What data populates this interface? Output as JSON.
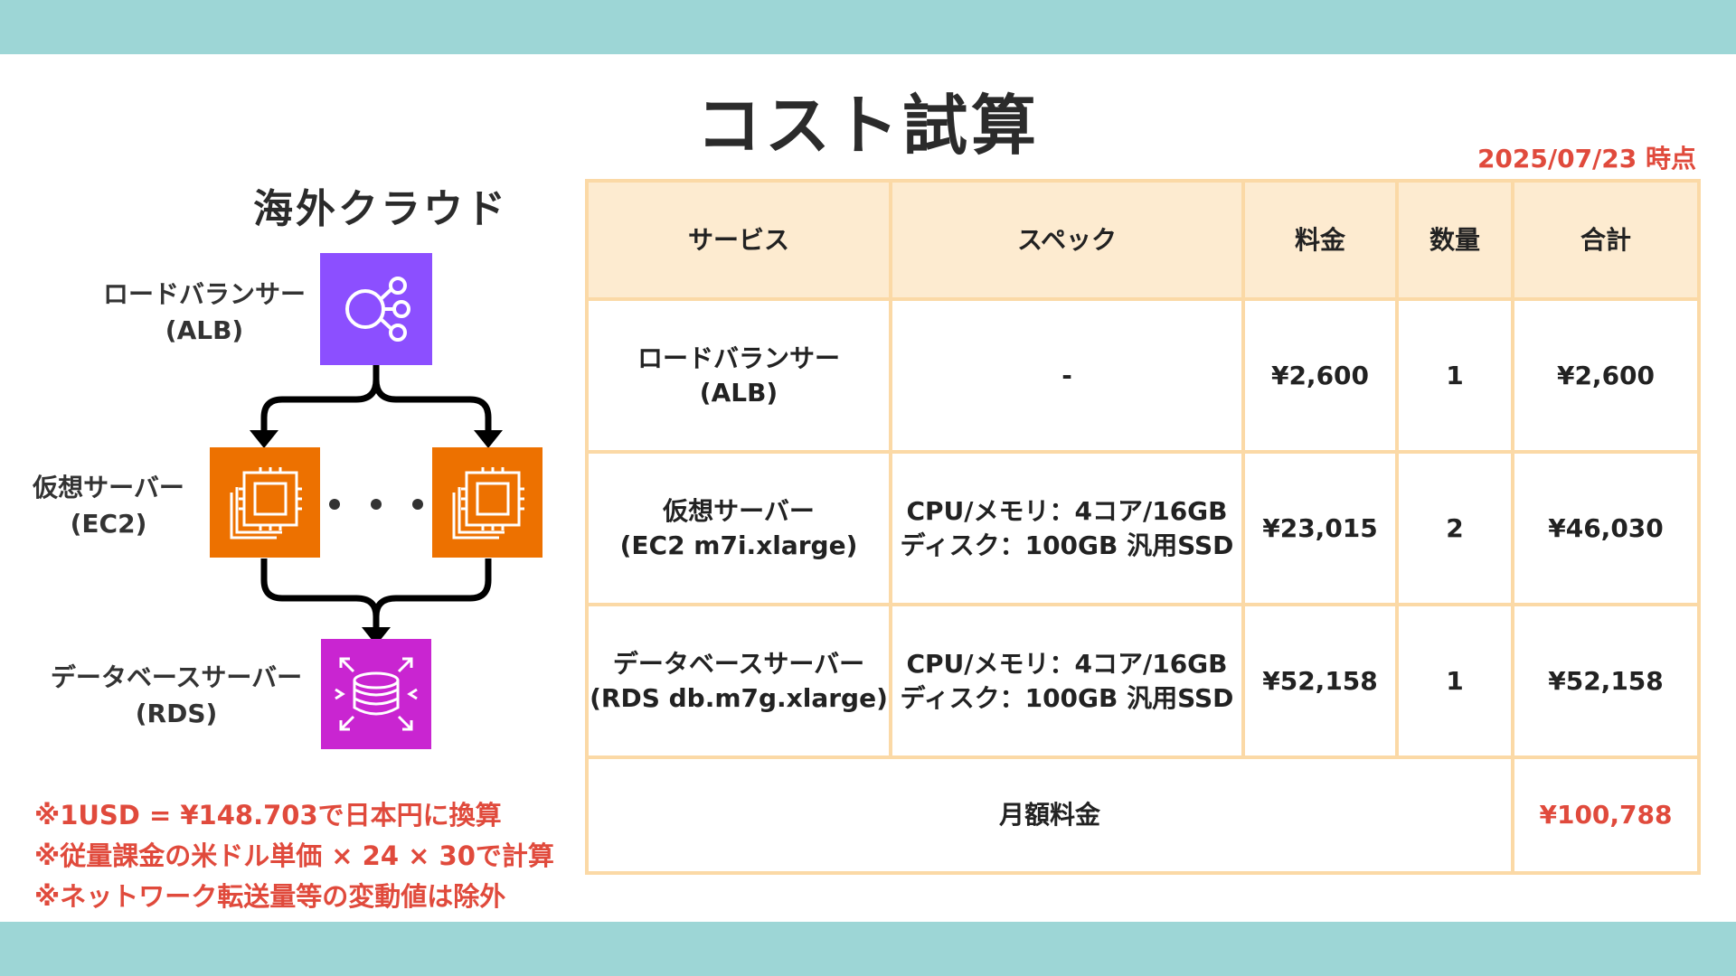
{
  "page": {
    "title": "コスト試算",
    "date": "2025/07/23 時点",
    "section_title": "海外クラウド"
  },
  "diagram": {
    "alb_label": [
      "ロードバランサー",
      "(ALB)"
    ],
    "ec2_label": [
      "仮想サーバー",
      "(EC2)"
    ],
    "rds_label": [
      "データベースサーバー",
      "(RDS)"
    ],
    "alb_icon": "elastic-load-balancing-icon",
    "ec2_icon": "ec2-instances-icon",
    "rds_icon": "rds-database-icon",
    "colors": {
      "alb": "#8c4fff",
      "ec2": "#ed7100",
      "rds": "#c925d1"
    }
  },
  "table": {
    "headers": [
      "サービス",
      "スペック",
      "料金",
      "数量",
      "合計"
    ],
    "rows": [
      {
        "service": [
          "ロードバランサー",
          "(ALB)"
        ],
        "spec": [
          "-"
        ],
        "price": "¥2,600",
        "qty": "1",
        "total": "¥2,600"
      },
      {
        "service": [
          "仮想サーバー",
          "(EC2 m7i.xlarge)"
        ],
        "spec": [
          "CPU/メモリ：4コア/16GB",
          "ディスク：100GB 汎用SSD"
        ],
        "price": "¥23,015",
        "qty": "2",
        "total": "¥46,030"
      },
      {
        "service": [
          "データベースサーバー",
          "(RDS db.m7g.xlarge)"
        ],
        "spec": [
          "CPU/メモリ：4コア/16GB",
          "ディスク：100GB 汎用SSD"
        ],
        "price": "¥52,158",
        "qty": "1",
        "total": "¥52,158"
      }
    ],
    "monthly_label": "月額料金",
    "monthly_total": "¥100,788"
  },
  "notes": [
    "※1USD = ¥148.703で日本円に換算",
    "※従量課金の米ドル単価 × 24 × 30で計算",
    "※ネットワーク転送量等の変動値は除外"
  ],
  "colors": {
    "band": "#9dd6d6",
    "header_bg": "#fdebd0",
    "border": "#fbd9a6",
    "accent_red": "#e04a3c"
  }
}
